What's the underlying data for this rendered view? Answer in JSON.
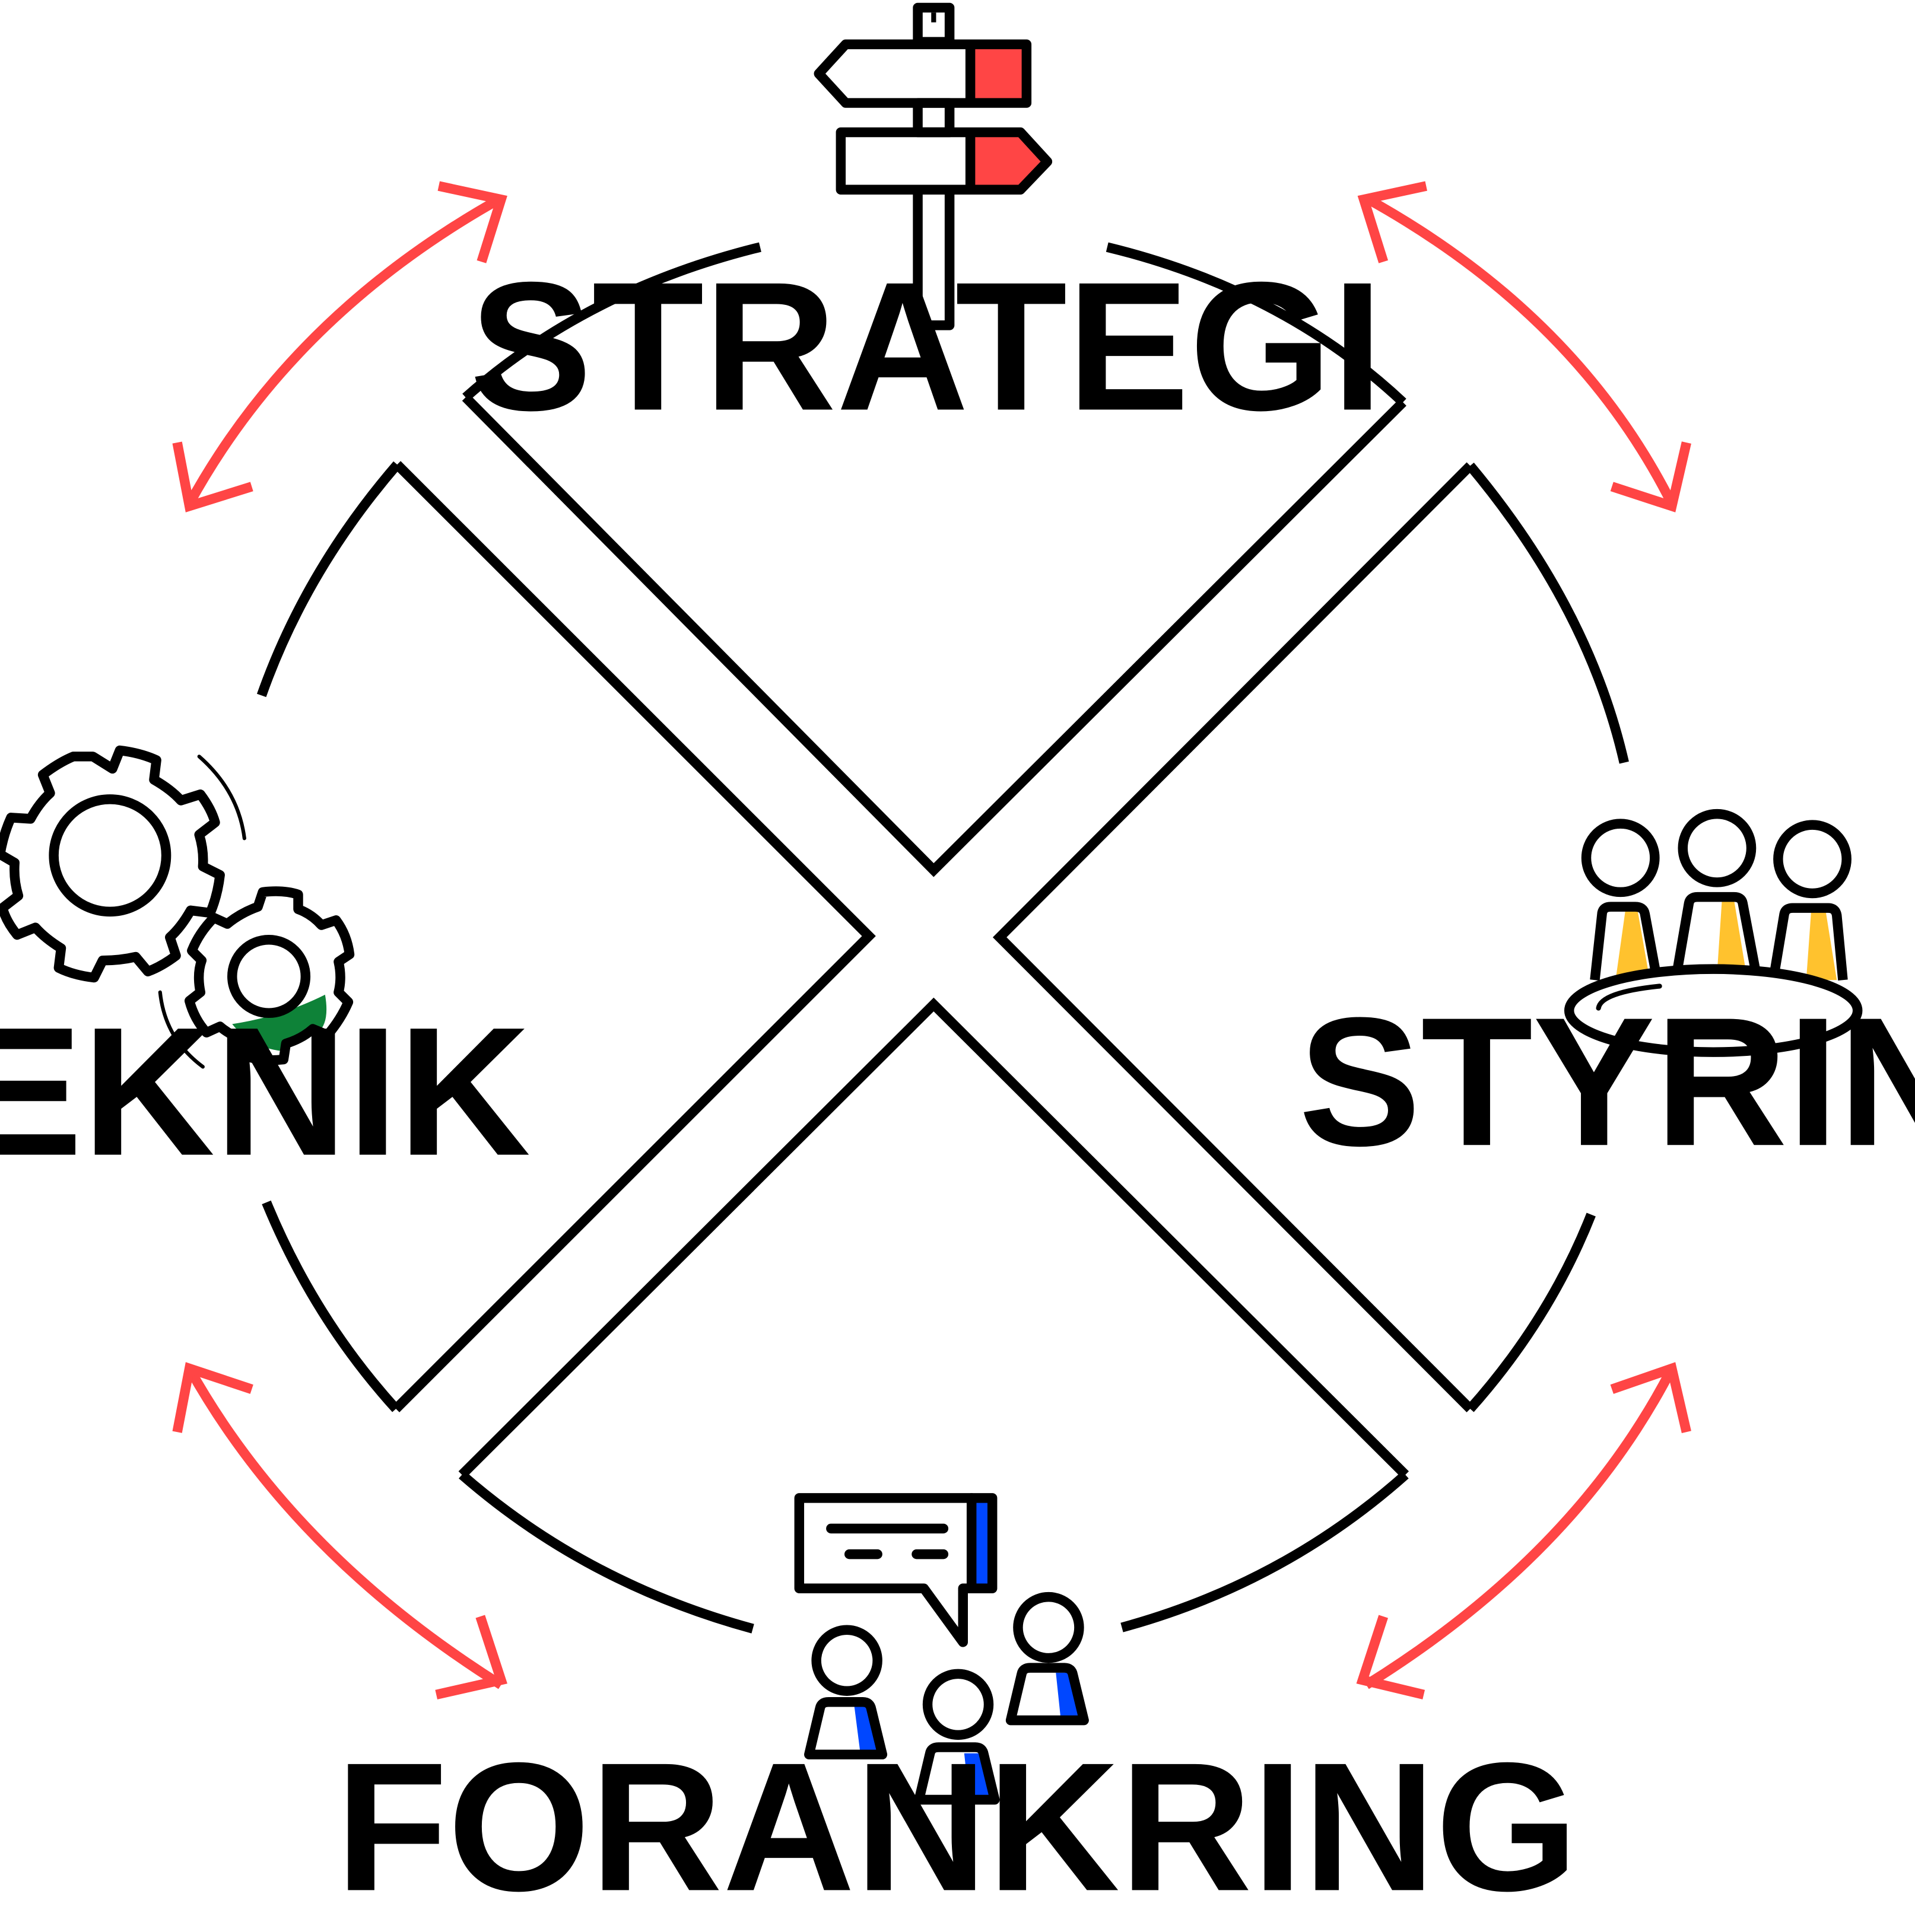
{
  "labels": {
    "strategi": "STRATEGI",
    "styring": "STYRING",
    "teknik": "TEKNIK",
    "forankring": "FORANKRING"
  },
  "icons": {
    "strategi": "signpost-icon",
    "styring": "meeting-table-icon",
    "teknik": "gears-icon",
    "forankring": "discussion-group-icon"
  },
  "colors": {
    "arrow": "#FF4545",
    "stroke": "#000000",
    "strategi_accent": "#FF4545",
    "styring_accent": "#FFC22E",
    "teknik_accent": "#0E8238",
    "forankring_accent": "#0047FF"
  }
}
